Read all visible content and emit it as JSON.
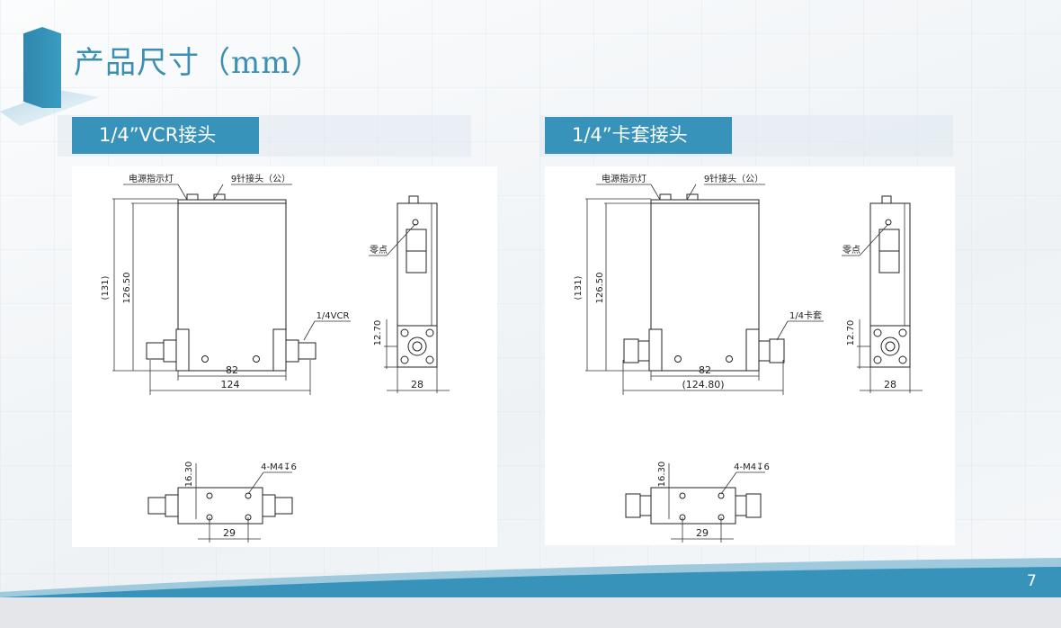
{
  "page": {
    "title": "产品尺寸（mm）",
    "page_number": "7",
    "accent": "#3893bb"
  },
  "panels": [
    {
      "header": "1/4”VCR接头",
      "labels": {
        "power_led": "电源指示灯",
        "connector": "9针接头（公）",
        "zero": "零点",
        "fitting": "1/4VCR",
        "h_total": "(131)",
        "h_body": "126.50",
        "w_body": "82",
        "w_total": "124",
        "depth": "28",
        "port_h": "12.70",
        "bottom_h": "16.30",
        "holes": "4-M4↧6",
        "hole_pitch": "29"
      }
    },
    {
      "header": "1/4”卡套接头",
      "labels": {
        "power_led": "电源指示灯",
        "connector": "9针接头（公）",
        "zero": "零点",
        "fitting": "1/4卡套",
        "h_total": "(131)",
        "h_body": "126.50",
        "w_body": "82",
        "w_total": "(124.80)",
        "depth": "28",
        "port_h": "12.70",
        "bottom_h": "16.30",
        "holes": "4-M4↧6",
        "hole_pitch": "29"
      }
    }
  ]
}
